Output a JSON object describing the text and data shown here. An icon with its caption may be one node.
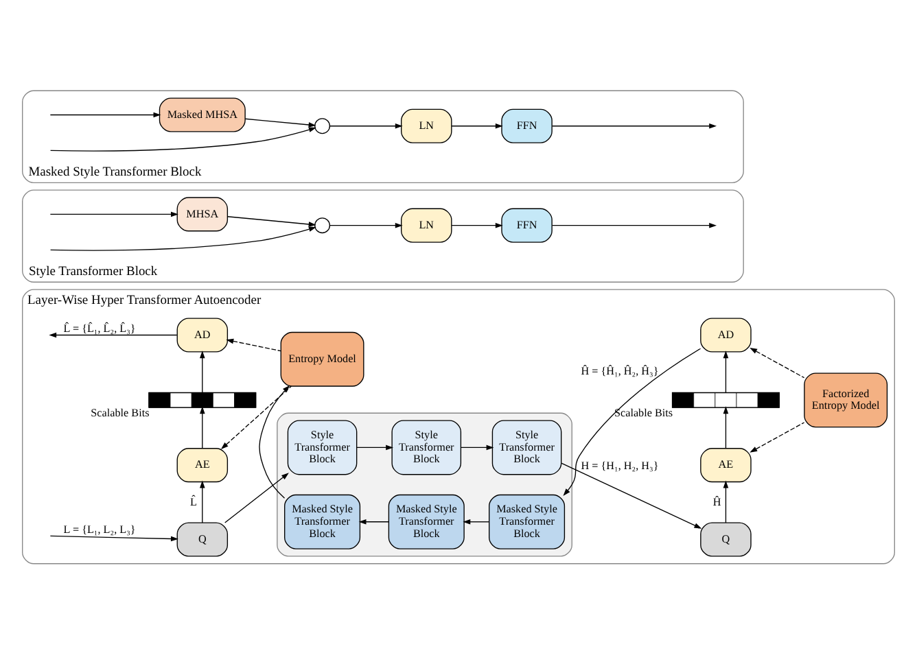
{
  "diagram": {
    "nodes": [
      {
        "text": [
          "Layer-Wise Hyper Transformer Autoencoder"
        ]
      },
      {
        "text": [],
        "shape": "box",
        "in": 0
      },
      {
        "text": [
          "Q"
        ],
        "in": 0
      },
      {
        "text": [
          "AE"
        ],
        "in": 0
      },
      {
        "text": [],
        "shape": "bar",
        "in": 0,
        "beside": [
          "Scalable Bits"
        ]
      },
      {
        "text": [
          "AD"
        ],
        "in": 0
      },
      {
        "text": [
          "Entropy Model"
        ],
        "in": 0
      },
      {
        "text": [
          "Style Transformer Block"
        ],
        "in": 1
      },
      {
        "text": [
          "Style Transformer Block"
        ],
        "in": 1
      },
      {
        "text": [
          "Style Transformer Block"
        ],
        "in": 1
      },
      {
        "text": [
          "Q"
        ],
        "in": 0
      },
      {
        "text": [
          "AE"
        ],
        "in": 0
      },
      {
        "text": [],
        "shape": "bar",
        "in": 0,
        "beside": [
          "Scalable Bits"
        ]
      },
      {
        "text": [
          "AD"
        ],
        "in": 0
      },
      {
        "text": [
          "Factorized Entropy Model"
        ],
        "in": 0
      },
      {
        "text": [
          "Masked Style Transformer Block"
        ],
        "in": 1
      },
      {
        "text": [
          "Masked Style Transformer Block"
        ],
        "in": 1
      },
      {
        "text": [
          "Masked Style Transformer Block"
        ],
        "in": 1
      },
      {
        "text": [
          "Style Transformer Block"
        ]
      },
      {
        "text": [
          "MHSA"
        ],
        "in": 18
      },
      {
        "text": [],
        "shape": "circle",
        "in": 18
      },
      {
        "text": [
          "LN"
        ],
        "in": 18
      },
      {
        "text": [
          "FFN"
        ],
        "in": 18
      },
      {
        "text": [
          "Masked Style Transformer Block"
        ]
      },
      {
        "text": [
          "Masked MHSA"
        ],
        "in": 23
      },
      {
        "text": [],
        "shape": "circle",
        "in": 23
      },
      {
        "text": [
          "LN"
        ],
        "in": 23
      },
      {
        "text": [
          "FFN"
        ],
        "in": 23
      }
    ],
    "edges": [
      {
        "from": null,
        "to": 2,
        "arrow": "to",
        "label": "L = {L₁, L₂, L₃}"
      },
      {
        "from": 2,
        "to": 7,
        "arrow": "to"
      },
      {
        "from": 2,
        "to": 3,
        "arrow": "to",
        "label": "L̂"
      },
      {
        "from": 3,
        "to": 4,
        "arrow": "to"
      },
      {
        "from": 4,
        "to": 5,
        "arrow": "to"
      },
      {
        "from": 6,
        "to": 3,
        "arrow": "to",
        "style": "dashed"
      },
      {
        "from": 6,
        "to": 5,
        "arrow": "to",
        "style": "dashed"
      },
      {
        "from": 5,
        "to": null,
        "arrow": "to",
        "label": "L̂ = {L̂₁, L̂₂, L̂₃}"
      },
      {
        "from": 7,
        "to": 8,
        "arrow": "to"
      },
      {
        "from": 8,
        "to": 9,
        "arrow": "to"
      },
      {
        "from": 9,
        "to": 10,
        "arrow": "to",
        "label": "H = {H₁, H₂, H₃}"
      },
      {
        "from": 10,
        "to": 11,
        "arrow": "to",
        "label": "Ĥ"
      },
      {
        "from": 11,
        "to": 12,
        "arrow": "to"
      },
      {
        "from": 12,
        "to": 13,
        "arrow": "to"
      },
      {
        "from": 14,
        "to": 11,
        "arrow": "to",
        "style": "dashed"
      },
      {
        "from": 14,
        "to": 13,
        "arrow": "to",
        "style": "dashed"
      },
      {
        "from": 13,
        "to": 17,
        "arrow": "to",
        "label": "Ĥ = {Ĥ₁, Ĥ₂, Ĥ₃}"
      },
      {
        "from": 17,
        "to": 16,
        "arrow": "to"
      },
      {
        "from": 16,
        "to": 15,
        "arrow": "to"
      },
      {
        "from": 15,
        "to": 6,
        "arrow": "to"
      },
      {
        "from": null,
        "to": 19,
        "arrow": "to"
      },
      {
        "from": null,
        "to": 20,
        "arrow": "to"
      },
      {
        "from": 19,
        "to": 20,
        "arrow": "to"
      },
      {
        "from": 20,
        "to": 21,
        "arrow": "to"
      },
      {
        "from": 21,
        "to": 22,
        "arrow": "to"
      },
      {
        "from": 22,
        "to": null,
        "arrow": "to"
      },
      {
        "from": null,
        "to": 24,
        "arrow": "to"
      },
      {
        "from": null,
        "to": 25,
        "arrow": "to"
      },
      {
        "from": 24,
        "to": 25,
        "arrow": "to"
      },
      {
        "from": 25,
        "to": 26,
        "arrow": "to"
      },
      {
        "from": 26,
        "to": 27,
        "arrow": "to"
      },
      {
        "from": 27,
        "to": null,
        "arrow": "to"
      }
    ]
  }
}
